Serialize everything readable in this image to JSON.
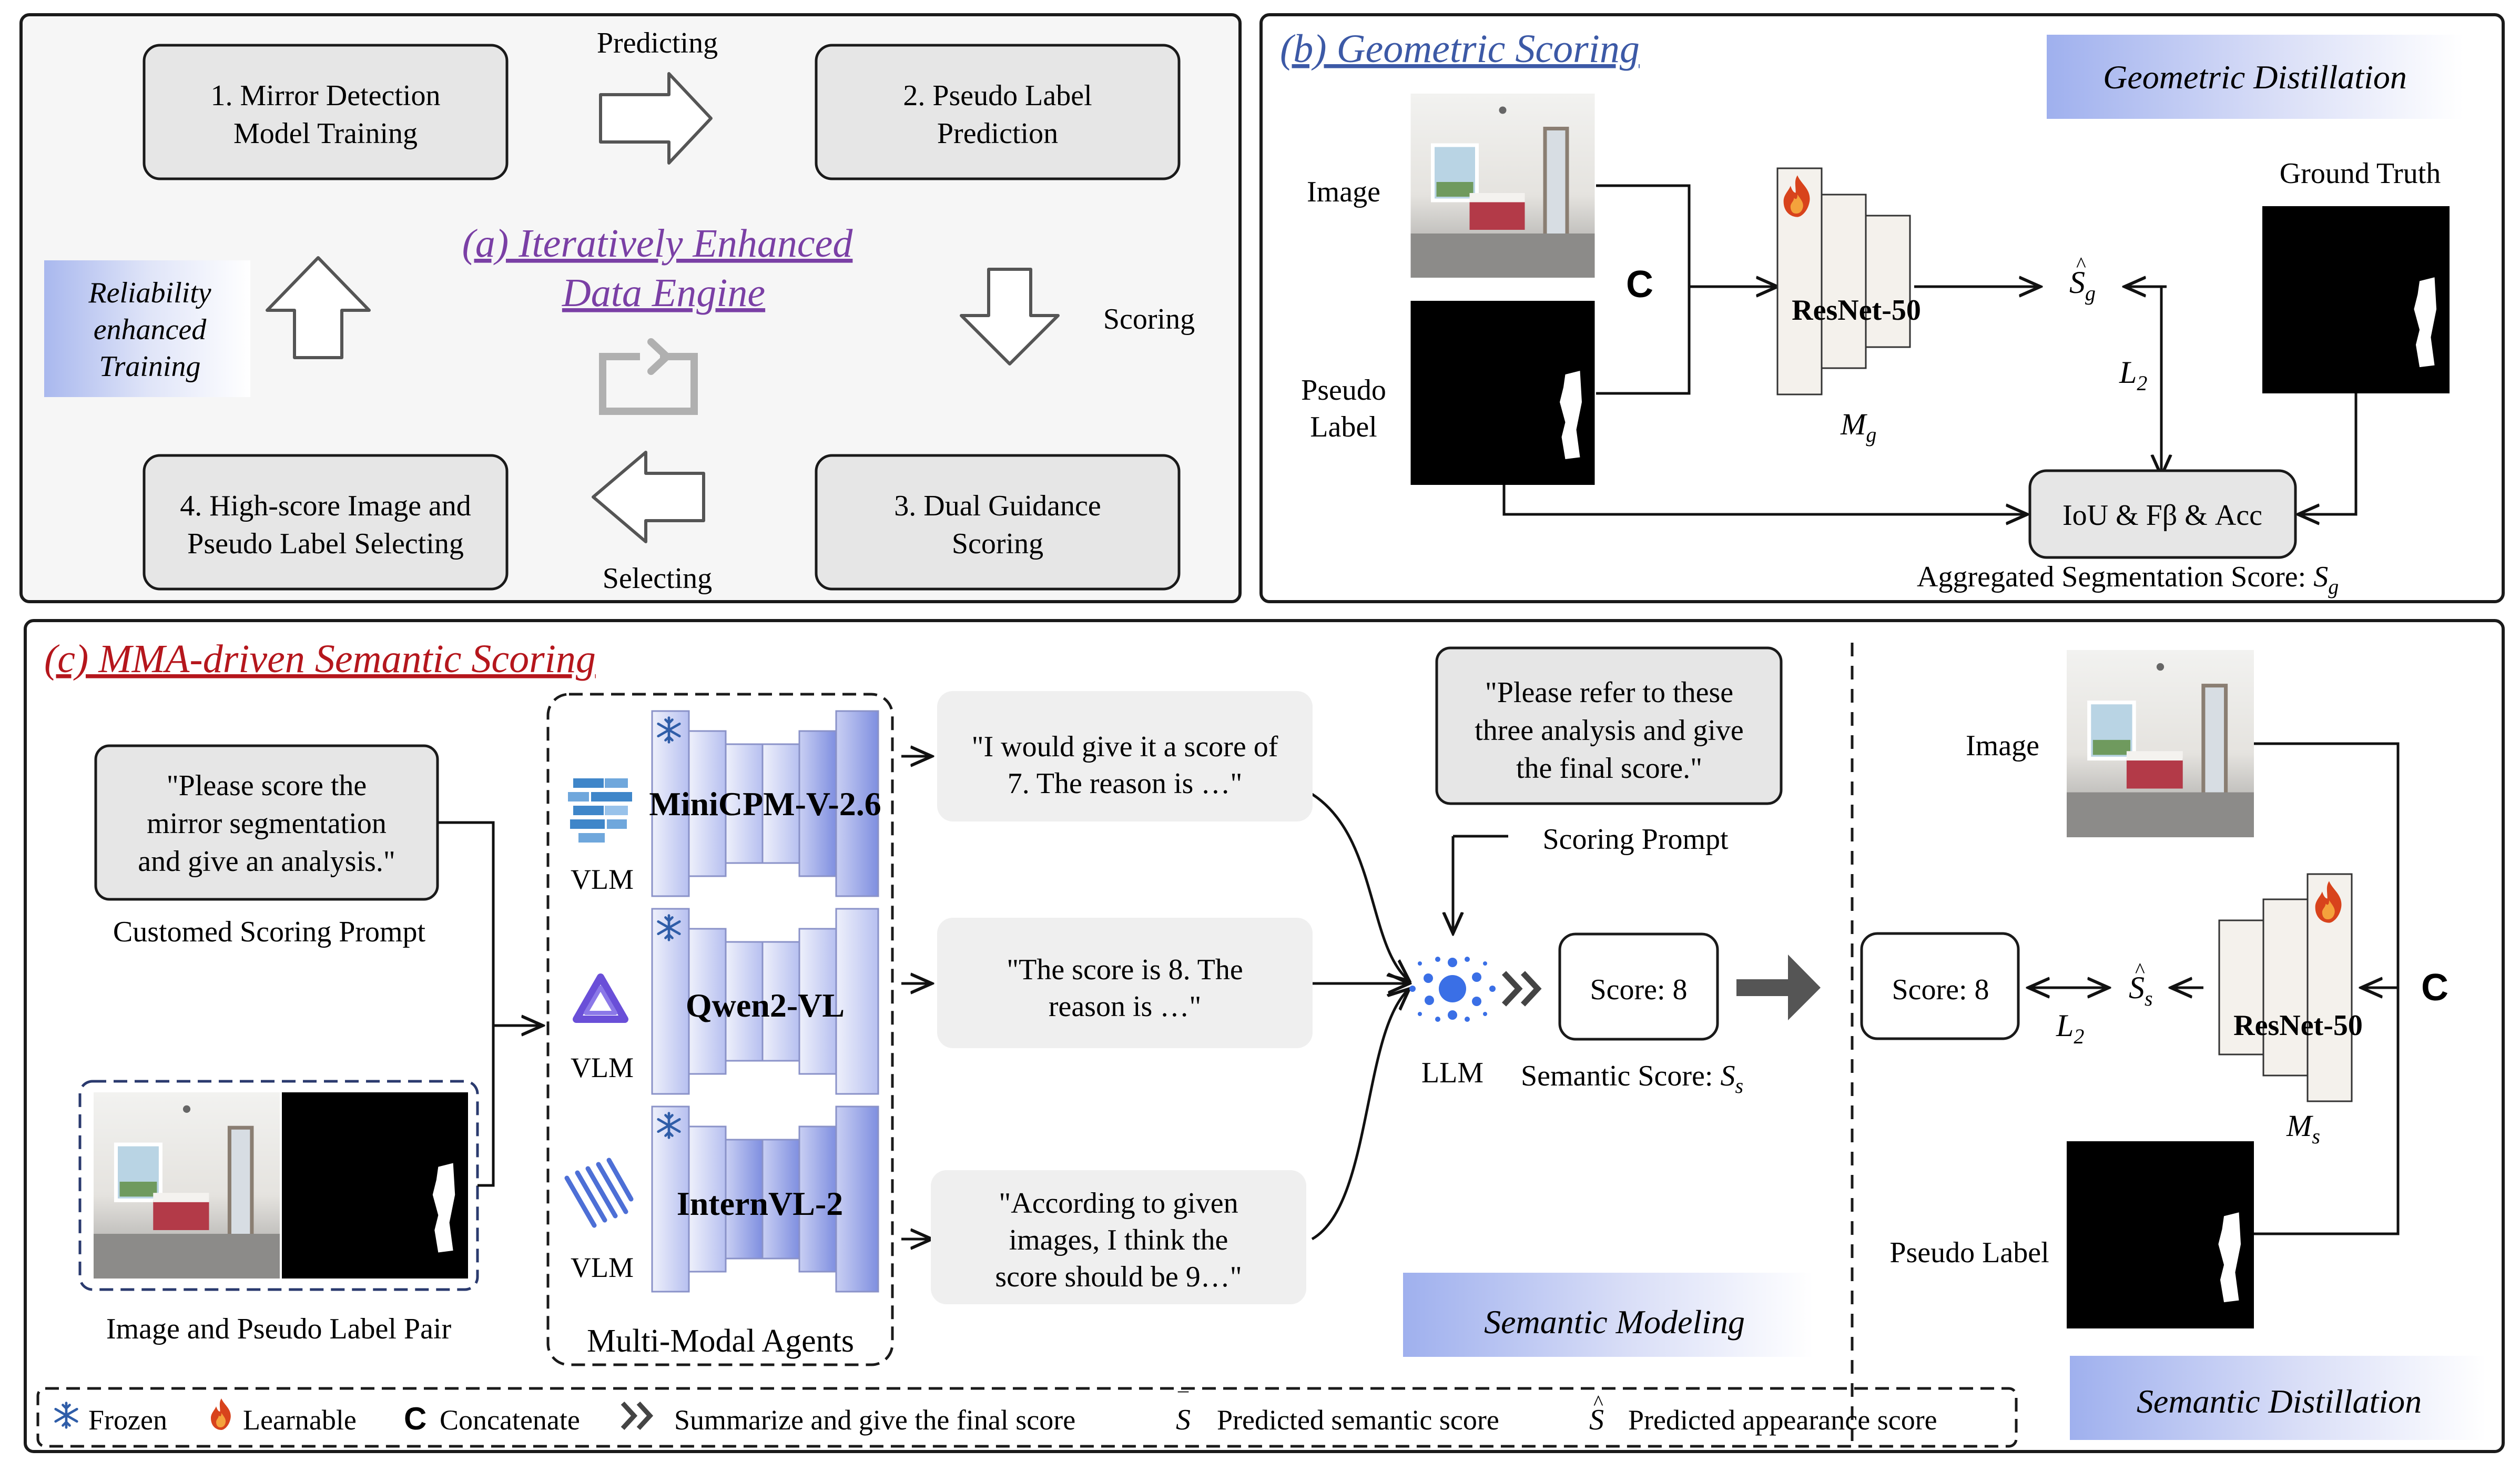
{
  "panel_a": {
    "title_line1": "(a) Iteratively Enhanced",
    "title_line2": "Data Engine",
    "step1_line1": "1. Mirror Detection",
    "step1_line2": "Model Training",
    "step2_line1": "2. Pseudo Label",
    "step2_line2": "Prediction",
    "step3_line1": "3. Dual Guidance",
    "step3_line2": "Scoring",
    "step4_line1": "4. High-score Image and",
    "step4_line2": "Pseudo Label Selecting",
    "predicting": "Predicting",
    "scoring": "Scoring",
    "selecting": "Selecting",
    "reliability_line1": "Reliability",
    "reliability_line2": "enhanced",
    "reliability_line3": "Training"
  },
  "panel_b": {
    "title": "(b) Geometric Scoring",
    "distill_badge": "Geometric Distillation",
    "image_label": "Image",
    "pseudo_line1": "Pseudo",
    "pseudo_line2": "Label",
    "concat_symbol": "C",
    "resnet_label": "ResNet-50",
    "model_symbol": "M",
    "model_sub": "g",
    "score_symbol": "S",
    "score_sub": "g",
    "loss_symbol": "L",
    "loss_sub": "2",
    "ground_truth": "Ground Truth",
    "metric_box": "IoU & Fβ & Acc",
    "aggregated_text": "Aggregated Segmentation Score: ",
    "aggregated_symbol": "S",
    "aggregated_sub": "g"
  },
  "panel_c": {
    "title": "(c) MMA-driven Semantic Scoring",
    "prompt_line1": "\"Please score the",
    "prompt_line2": "mirror segmentation",
    "prompt_line3": "and give an analysis.\"",
    "customized_prompt": "Customed Scoring Prompt",
    "pair_label": "Image and Pseudo Label Pair",
    "agents_label": "Multi-Modal Agents",
    "vlm_label": "VLM",
    "agents": [
      {
        "name": "MiniCPM-V-2.6",
        "resp_line1": "\"I would give it a score of",
        "resp_line2": "7. The reason is …\"",
        "resp_line3": ""
      },
      {
        "name": "Qwen2-VL",
        "resp_line1": "\"The score is 8. The",
        "resp_line2": "reason is …\"",
        "resp_line3": ""
      },
      {
        "name": "InternVL-2",
        "resp_line1": "\"According to given",
        "resp_line2": "images, I think the",
        "resp_line3": "score should be 9…\""
      }
    ],
    "refer_line1": "\"Please refer to these",
    "refer_line2": "three analysis and give",
    "refer_line3": "the final score.\"",
    "scoring_prompt": "Scoring Prompt",
    "llm_label": "LLM",
    "score_box": "Score: 8",
    "semantic_score_text": "Semantic Score: ",
    "semantic_symbol": "S",
    "semantic_sub": "s",
    "semantic_badge": "Semantic Modeling",
    "right_image_label": "Image",
    "right_pseudo_label": "Pseudo Label",
    "right_score_box": "Score: 8",
    "right_score_symbol": "S",
    "right_score_sub": "s",
    "right_loss_symbol": "L",
    "right_loss_sub": "2",
    "right_resnet": "ResNet-50",
    "right_model_symbol": "M",
    "right_model_sub": "s",
    "right_concat": "C",
    "distill_badge": "Semantic Distillation"
  },
  "legend": {
    "frozen": "Frozen",
    "learnable": "Learnable",
    "concat_symbol": "C",
    "concatenate": "Concatenate",
    "summarize": "Summarize and give the final score",
    "pred_semantic_symbol": "S",
    "pred_semantic": "Predicted semantic score",
    "pred_appearance_symbol": "S",
    "pred_appearance": "Predicted appearance score"
  },
  "colors": {
    "purple_title": "#7a3fa5",
    "blue_title": "#3c59a6",
    "red_title": "#b5161c",
    "box_fill": "#e6e6e6",
    "badge_blue": "#a9b6ee",
    "arrow_dark": "#555555",
    "llm_blue": "#3a6fe6"
  }
}
